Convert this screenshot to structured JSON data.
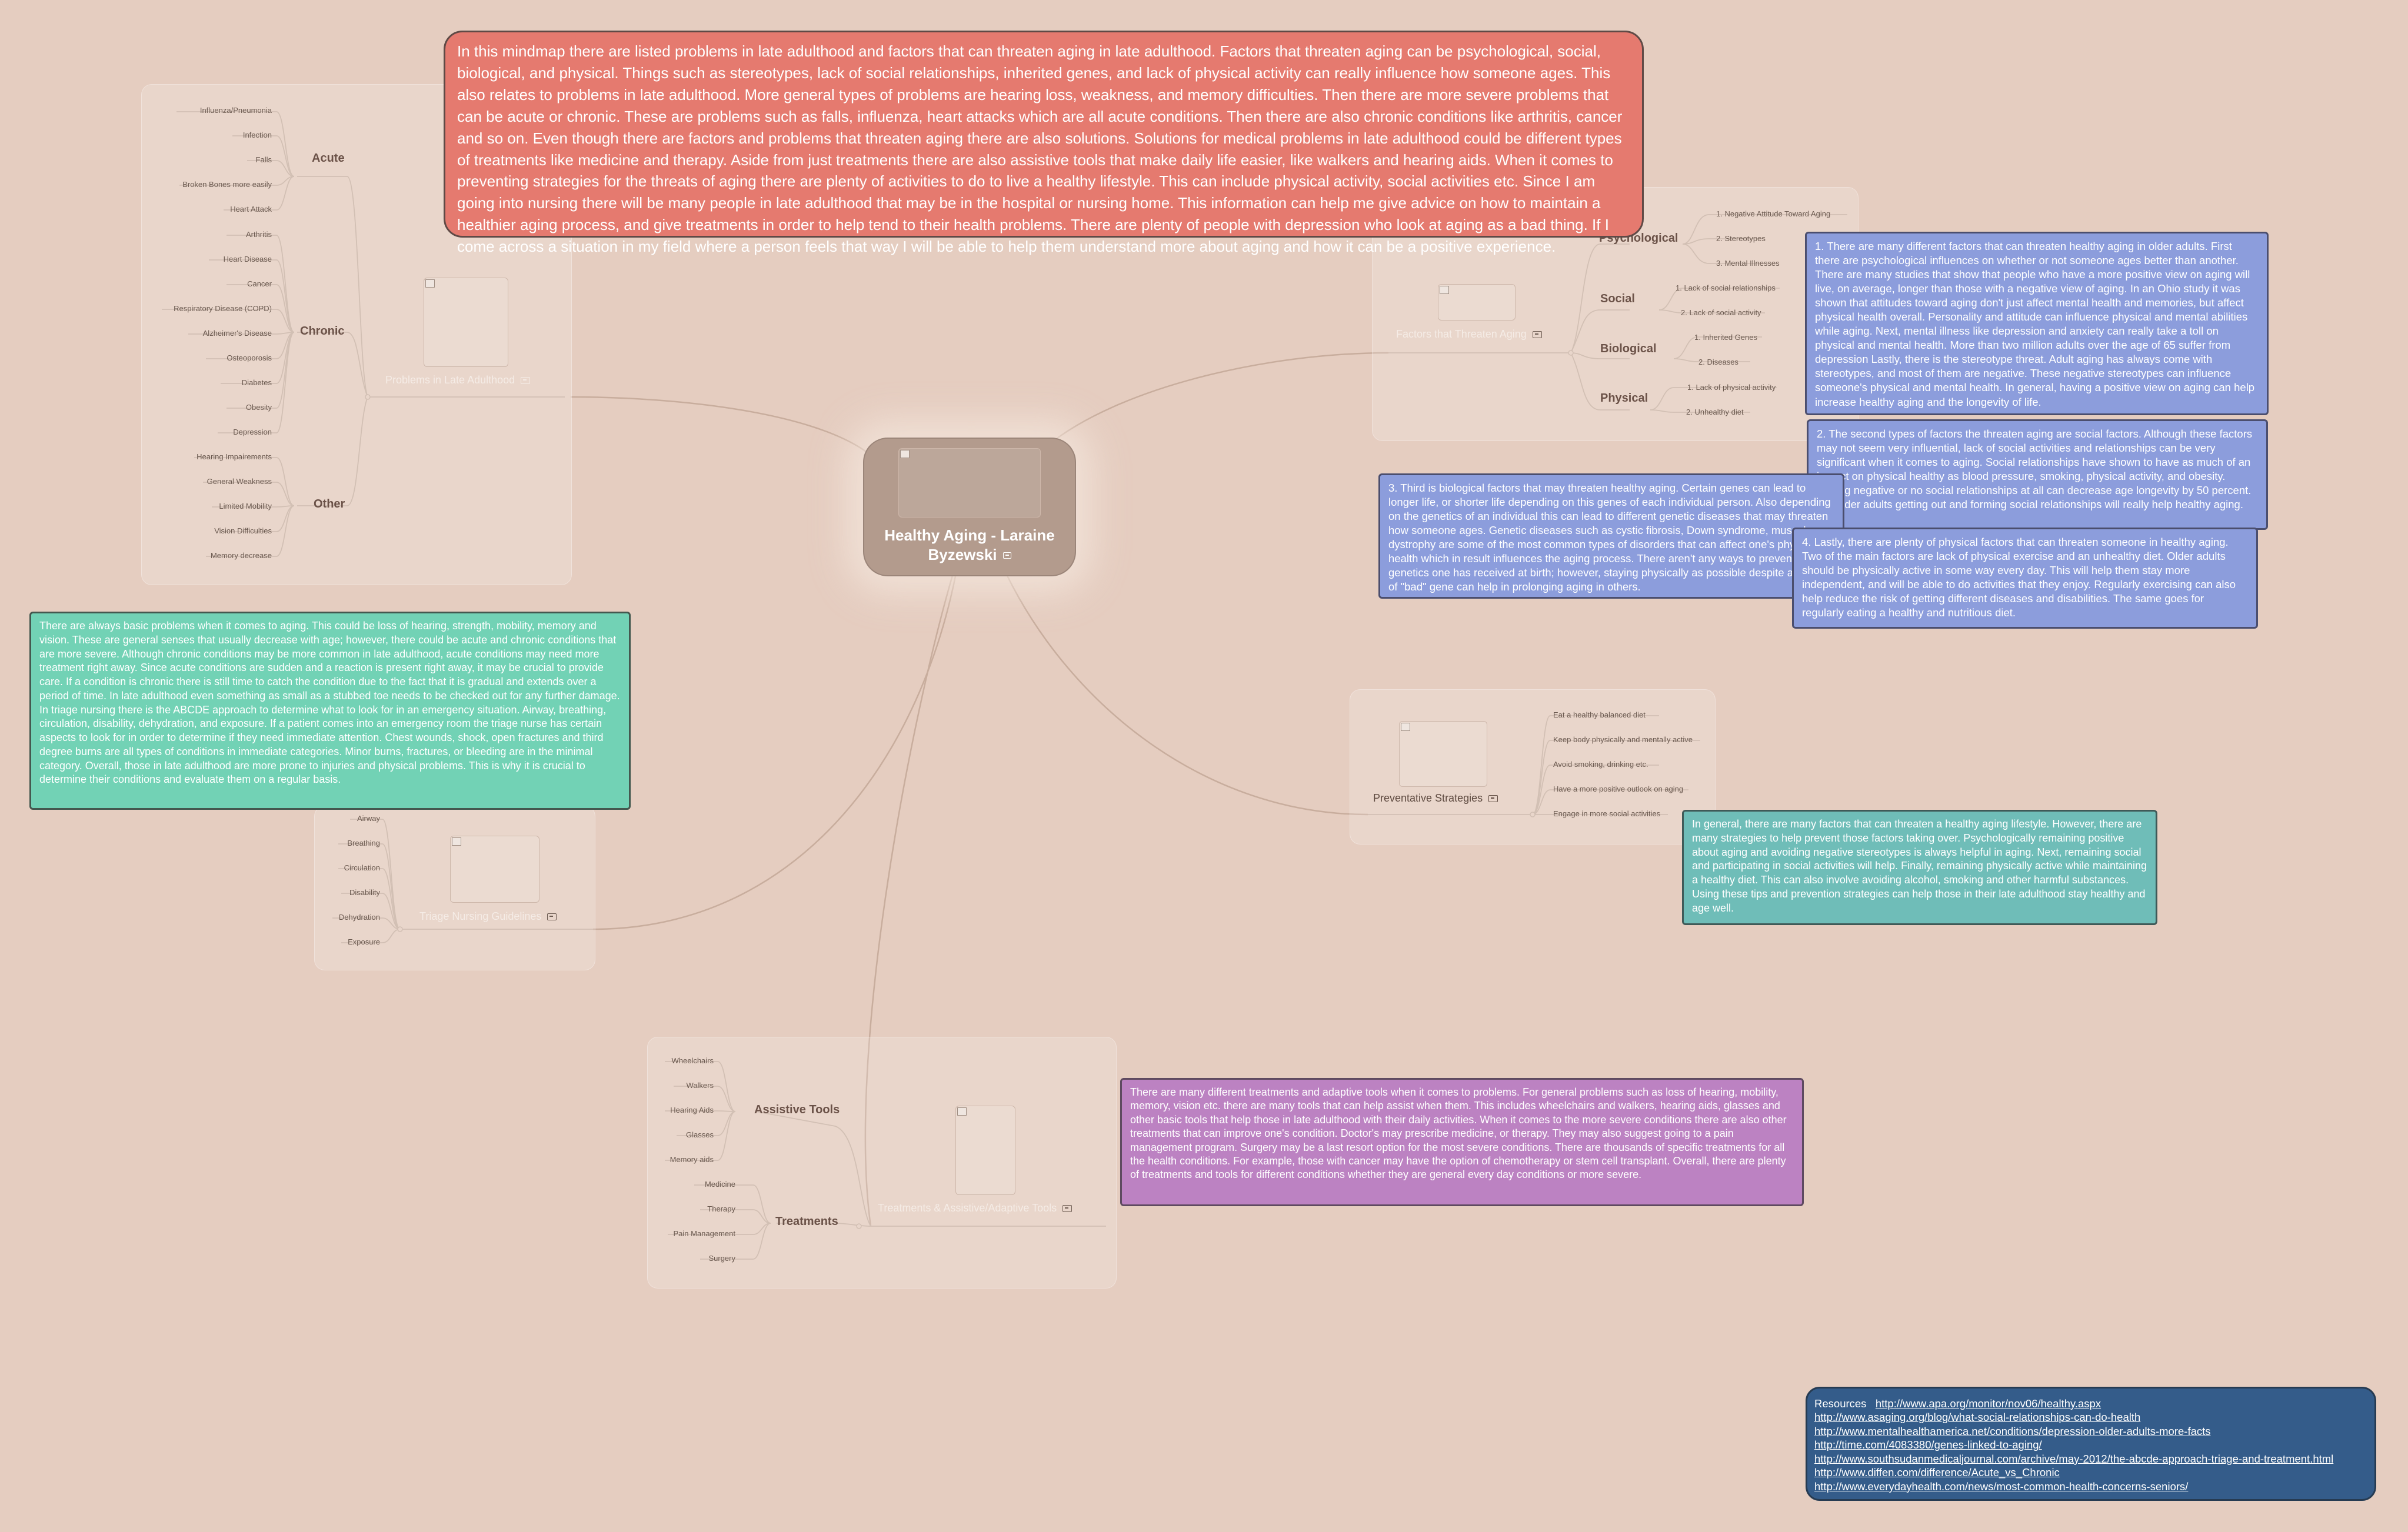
{
  "central": {
    "title": "Healthy Aging  - Laraine Byzewski"
  },
  "problems": {
    "topic": "Problems in Late Adulthood",
    "groups": [
      {
        "label": "Acute",
        "items": [
          "Influenza/Pneumonia",
          "Infection",
          "Falls",
          "Broken Bones more easily",
          "Heart Attack"
        ]
      },
      {
        "label": "Chronic",
        "items": [
          "Arthritis",
          "Heart Disease",
          "Cancer",
          "Respiratory Disease (COPD)",
          "Alzheimer's Disease",
          "Osteoporosis",
          "Diabetes",
          "Obesity",
          "Depression"
        ]
      },
      {
        "label": "Other",
        "items": [
          "Hearing Impairements",
          "General Weakness",
          "Limited Mobility",
          "Vision Difficulties",
          "Memory decrease"
        ]
      }
    ]
  },
  "factors": {
    "topic": "Factors that Threaten Aging",
    "groups": [
      {
        "label": "Psychological",
        "items": [
          "1. Negative Attitude Toward Aging",
          "2. Stereotypes",
          "3. Mental Illnesses"
        ]
      },
      {
        "label": "Social",
        "items": [
          "1. Lack of social relationships",
          "2. Lack of social activity"
        ]
      },
      {
        "label": "Biological",
        "items": [
          "1. Inherited Genes",
          "2. Diseases"
        ]
      },
      {
        "label": "Physical",
        "items": [
          "1. Lack of physical activity",
          "2. Unhealthy diet"
        ]
      }
    ]
  },
  "triage": {
    "topic": "Triage Nursing Guidelines",
    "items": [
      "Airway",
      "Breathing",
      "Circulation",
      "Disability",
      "Dehydration",
      "Exposure"
    ]
  },
  "preventative": {
    "topic": "Preventative Strategies",
    "items": [
      "Eat a healthy balanced diet",
      "Keep body physically and mentally active",
      "Avoid smoking, drinking etc.",
      "Have a more positive outlook on aging",
      "Engage in more social activities"
    ]
  },
  "treatments": {
    "topic": "Treatments & Assistive/Adaptive Tools",
    "groups": [
      {
        "label": "Assistive Tools",
        "items": [
          "Wheelchairs",
          "Walkers",
          "Hearing Aids",
          "Glasses",
          "Memory aids"
        ]
      },
      {
        "label": "Treatments",
        "items": [
          "Medicine",
          "Therapy",
          "Pain Management",
          "Surgery"
        ]
      }
    ]
  },
  "notes": {
    "intro": "In this mindmap there are listed problems in late adulthood and factors that can threaten aging in late adulthood. Factors that threaten aging can be psychological, social, biological, and physical. Things such as stereotypes, lack of social relationships, inherited genes, and lack of physical activity can really influence how someone ages. This also relates to problems in late adulthood. More general types of problems are hearing loss, weakness, and memory difficulties. Then there are more severe problems that can be acute or chronic. These are problems such as falls, influenza, heart attacks which are all acute conditions. Then there are also chronic conditions like arthritis, cancer and so on. Even though there are factors and problems that threaten aging there are also solutions. Solutions for medical problems in late adulthood could be different types of treatments like medicine and therapy. Aside from just treatments there are also assistive tools that make daily life easier, like walkers and hearing aids. When it comes to preventing strategies for the threats of aging there are plenty of activities to do to live a healthy lifestyle. This can include physical activity, social activities etc. Since I am going into nursing there will be many people in late adulthood that may be in the hospital or nursing home. This information can help me give advice on how to maintain a healthier aging process, and give treatments in order to help tend to their health problems. There are plenty of people with depression who look at aging as a bad thing. If I come across a situation in my field where a person feels that way I will be able to help them understand more about aging and how it can be a positive experience.",
    "factor1": "1. There are many different factors that can threaten healthy aging in older adults. First there are psychological influences on whether or not someone ages better than another. There are many studies that show that people who have a more positive view on aging will live, on average, longer than those with a negative view of aging. In an Ohio study it was shown that attitudes toward aging don't just affect mental health and memories, but affect physical health overall. Personality and attitude can influence physical and mental abilities while aging. Next, mental illness like depression and anxiety can really take a toll on physical and mental health. More than two million adults over the age of 65 suffer from depression Lastly, there is the stereotype threat. Adult aging has always come with stereotypes, and most of them are negative. These negative stereotypes can influence someone's physical and mental health. In general, having a positive view on aging can help increase healthy aging and the longevity of life.",
    "factor2": "2. The second types of factors the threaten aging are social factors. Although these factors may not seem very influential, lack of social activities and relationships can be very significant when it comes to aging. Social relationships have shown to have as much of an impact on physical healthy as blood pressure, smoking, physical activity, and obesity. Having negative or no social relationships at all can decrease age longevity by 50 percent. For older adults getting out and forming social relationships will really help healthy aging.",
    "factor3": "3. Third is biological factors that may threaten healthy aging. Certain genes can lead to longer life, or shorter life depending on this genes of each individual person. Also depending on the genetics of an individual this can lead to different genetic diseases that may threaten how someone ages. Genetic diseases such as cystic fibrosis, Down syndrome, muscular dystrophy are some of the most common types of disorders that can affect one's physical health which in result influences the aging process. There aren't any ways to prevent the genetics one has received at birth; however, staying physically as possible despite any type of \"bad\" gene can help in prolonging aging in others.",
    "factor4": "4. Lastly, there are plenty of physical factors that can threaten someone in healthy aging. Two of the main factors are lack of physical exercise and an unhealthy diet. Older adults should be physically active in some way every day. This will help them stay more independent, and will be able to do activities that they enjoy. Regularly exercising can also help reduce the risk of getting different diseases and disabilities. The same goes for regularly eating a healthy and nutritious diet.",
    "problems": "There are always basic problems when it comes to aging. This could be loss of hearing, strength, mobility, memory and vision. These are general senses that usually decrease with age; however, there could be acute and chronic conditions that are more severe. Although chronic conditions may be more common in late adulthood, acute conditions may need more treatment right away. Since acute conditions are sudden and a reaction is present right away, it may be crucial to provide care. If a condition is chronic there is still time to catch the condition due to the fact that it is gradual and extends over a period of time. In late adulthood even something as small as a stubbed toe needs to be checked out for any further damage. In triage nursing there is the ABCDE approach to determine what to look for in an emergency situation. Airway, breathing, circulation, disability, dehydration, and exposure. If a patient comes into an emergency room the triage nurse has certain aspects to look for in order to determine if they need immediate attention. Chest wounds, shock, open fractures and third degree burns are all types of conditions in immediate categories. Minor burns, fractures, or bleeding are in the minimal category. Overall, those in late adulthood are more prone to injuries and physical problems. This is why it is crucial to determine their conditions and evaluate them on a regular basis.",
    "prevention": "In general, there are many factors that can threaten a healthy aging lifestyle. However, there are many strategies to help prevent those factors taking over. Psychologically remaining positive about aging and avoiding negative stereotypes is always helpful in aging. Next, remaining social and participating in social activities will help. Finally, remaining physically active while maintaining a healthy diet. This can also involve avoiding alcohol, smoking and other harmful substances. Using these tips and prevention strategies can help those in their late adulthood stay healthy and age well.",
    "treatments": "There are many different treatments and adaptive tools when it comes to problems. For general problems such as loss of hearing, mobility, memory, vision etc. there are many tools that can help assist when them. This includes wheelchairs and walkers, hearing aids, glasses and other basic tools that help those in late adulthood with their daily activities. When it comes to the more severe conditions there are also other treatments that can improve one's condition. Doctor's may prescribe medicine, or therapy. They may also suggest going to a pain management program. Surgery may be a last resort option for the most severe conditions. There are thousands of specific treatments for all the health conditions. For example, those with cancer may have the option of chemotherapy or stem cell transplant. Overall, there are plenty of treatments and tools for different conditions whether they are general every day conditions or more severe."
  },
  "resources": {
    "label": "Resources",
    "links": [
      "http://www.apa.org/monitor/nov06/healthy.aspx",
      "http://www.asaging.org/blog/what-social-relationships-can-do-health",
      "http://www.mentalhealthamerica.net/conditions/depression-older-adults-more-facts",
      "http://time.com/4083380/genes-linked-to-aging/",
      "http://www.southsudanmedicaljournal.com/archive/may-2012/the-abcde-approach-triage-and-treatment.html",
      "http://www.diffen.com/difference/Acute_vs_Chronic",
      "http://www.everydayhealth.com/news/most-common-health-concerns-seniors/"
    ]
  },
  "colors": {
    "background": "#e5cdc0",
    "connector": "#c4a898",
    "central": "#b39b8d"
  }
}
